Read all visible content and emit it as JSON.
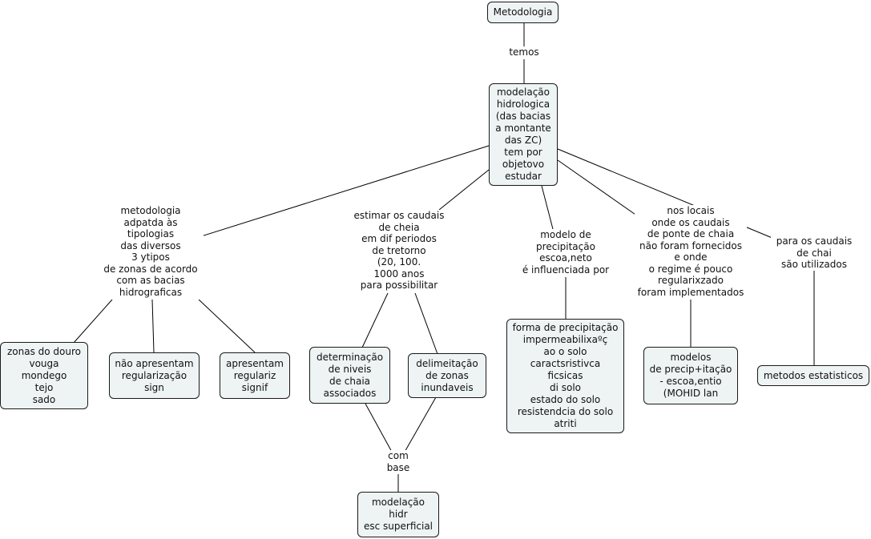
{
  "concept_map": {
    "nodes": {
      "metodologia": "Metodologia",
      "modelacao": "modelação\nhidrologica\n(das bacias\na montante\ndas ZC)\ntem por\nobjetovo\nestudar",
      "zonas_douro": "zonas do douro\nvouga\nmondego\ntejo\nsado",
      "nao_apresentam": "não apresentam\nregularização\nsign",
      "apresentam": "apresentam\nregulariz\nsignif",
      "determinacao": "determinação\nde niveis\nde chaia\nassociados",
      "delimeitacao": "delimeitação\nde zonas\ninundaveis",
      "modelacao_hidr": "modelação\nhidr\nesc superficial",
      "forma_precip": "forma de precipitação\nimpermeabilixaºç\nao o solo\ncaractsristivca\nficsicas\ndi solo\nestado do solo\nresistendcia do solo\natriti",
      "modelos_precip": "modelos\nde precip+itação\n- escoa,entio\n(MOHID lan",
      "metodos_estat": "metodos estatisticos"
    },
    "labels": {
      "temos": "temos",
      "metodologia_adaptada": "metodologia\nadpatda às\ntipologias\ndas diversos\n3 ytipos\nde zonas de acordo\ncom as bacias\nhidrograficas",
      "estimar": "estimar os caudais\nde cheia\nem dif periodos\nde tretorno\n(20, 100.\n1000 anos\npara possibilitar",
      "com_base": "com\nbase",
      "modelo_precip": "modelo de\nprecipitação\nescoa,neto\né influenciada por",
      "nos_locais": "nos locais\nonde os caudais\nde ponte de chaia\nnão foram fornecidos\ne onde\no regime é pouco\nregularixzado\nforam implementados",
      "para_caudais": "para os caudais\nde chai\nsão utilizados"
    }
  }
}
